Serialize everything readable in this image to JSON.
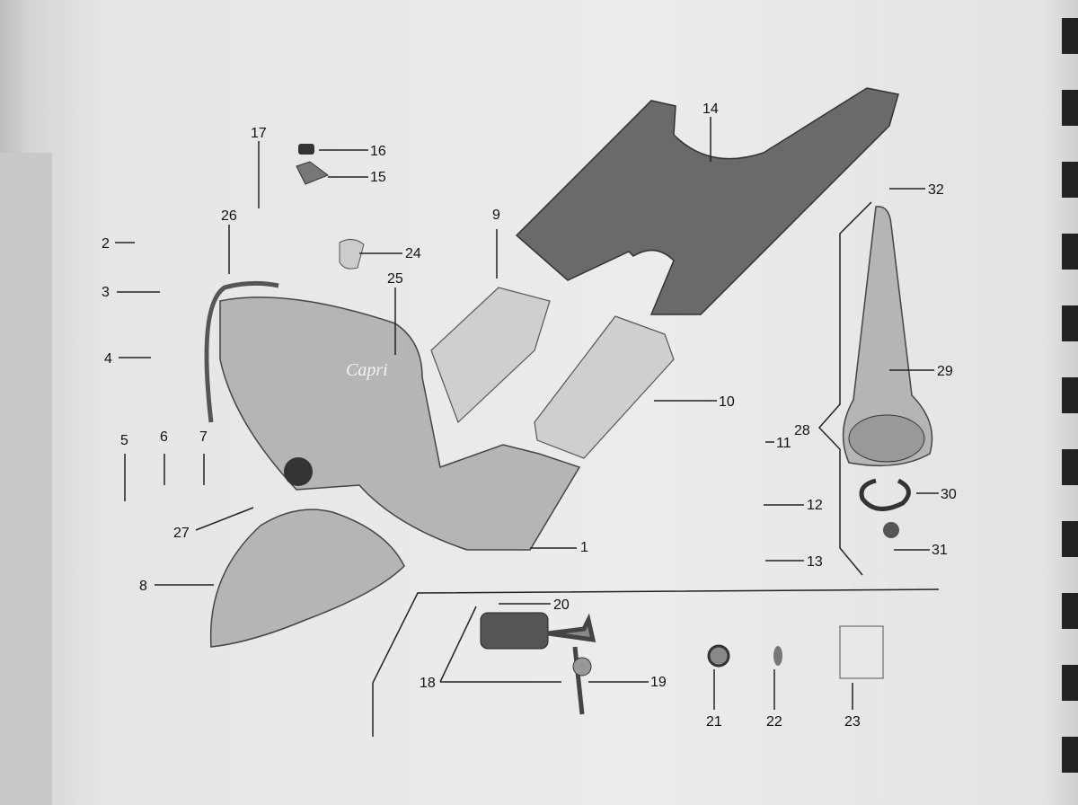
{
  "diagram": {
    "logo_text": "Capri",
    "labels": {
      "p1": "1",
      "p2": "2",
      "p3": "3",
      "p4": "4",
      "p5": "5",
      "p6": "6",
      "p7": "7",
      "p8": "8",
      "p9": "9",
      "p10": "10",
      "p11": "11",
      "p12": "12",
      "p13": "13",
      "p14": "14",
      "p15": "15",
      "p16": "16",
      "p17": "17",
      "p18": "18",
      "p19": "19",
      "p20": "20",
      "p21": "21",
      "p22": "22",
      "p23": "23",
      "p24": "24",
      "p25": "25",
      "p26": "26",
      "p27": "27",
      "p28": "28",
      "p29": "29",
      "p30": "30",
      "p31": "31",
      "p32": "32"
    }
  }
}
